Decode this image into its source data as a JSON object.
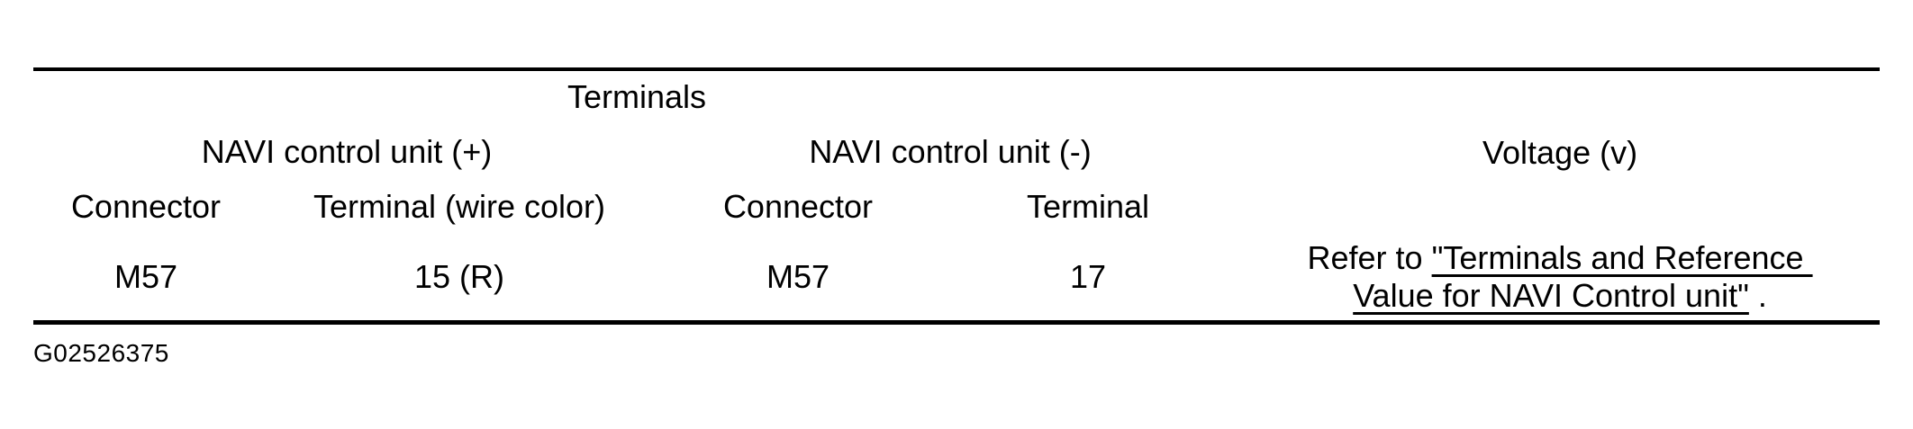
{
  "figure": {
    "id_label": "G02526375"
  },
  "colors": {
    "ink": "#000000",
    "paper": "#ffffff"
  },
  "table": {
    "headers": {
      "terminals": "Terminals",
      "navi_plus": "NAVI control unit (+)",
      "navi_minus": "NAVI control unit (-)",
      "voltage": "Voltage (v)",
      "connector_plus": "Connector",
      "terminal_wire_color": "Terminal (wire color)",
      "connector_minus": "Connector",
      "terminal_minus": "Terminal"
    },
    "data_row": {
      "connector_plus": "M57",
      "terminal_wire_color": "15 (R)",
      "connector_minus": "M57",
      "terminal_minus": "17",
      "voltage_ref_prefix": "Refer to ",
      "voltage_ref_link_line1": "\"Terminals and Reference ",
      "voltage_ref_link_line2": "Value for NAVI Control unit\"",
      "voltage_ref_suffix": " ."
    }
  }
}
